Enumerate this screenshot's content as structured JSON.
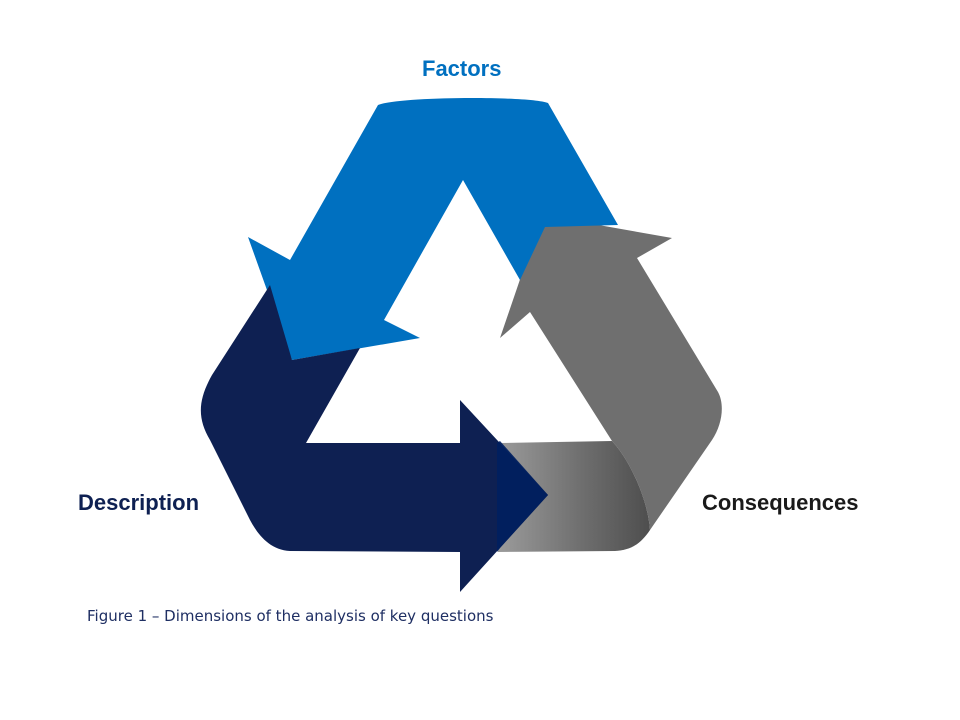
{
  "diagram": {
    "labels": {
      "factors": "Factors",
      "description": "Description",
      "consequences": "Consequences"
    },
    "caption": "Figure 1 – Dimensions of the analysis of key questions",
    "colors": {
      "factors_arrow": "#0070c0",
      "description_arrow": "#0e2052",
      "description_arrow_head": "#002060",
      "consequences_arrow": "#6f6f6f",
      "factors_label": "#0070c0",
      "description_label": "#0e2052",
      "consequences_label": "#1a1a1a",
      "caption": "#1f2f63"
    }
  }
}
